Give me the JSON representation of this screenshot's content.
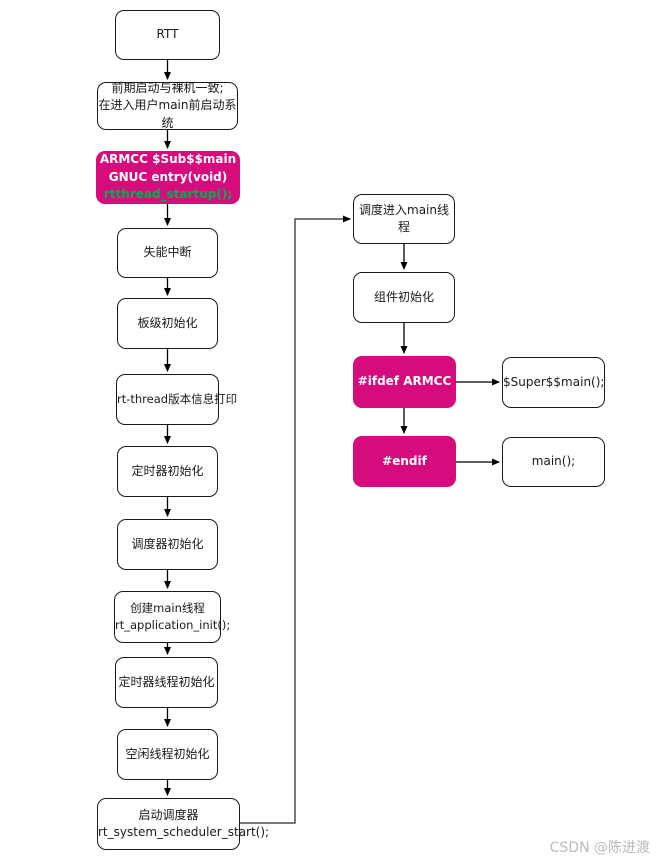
{
  "diagram_type": "flowchart",
  "colors": {
    "node_fill": "#ffffff",
    "node_border": "#1a1a1a",
    "accent_pink": "#D60C7C",
    "code_green": "#00B050",
    "connector_black": "#000000",
    "connector_gray": "#4d4d4d",
    "watermark_gray": "#bababa"
  },
  "nodes": {
    "rtt": {
      "text": "RTT"
    },
    "prestart": {
      "text": "前期启动与裸机一致;\n在进入用户main前启动系统"
    },
    "armcc_entry": {
      "text": "ARMCC  $Sub$$main\nGNUC  entry(void)",
      "code": "rtthread_startup();"
    },
    "disable_irq": {
      "text": "失能中断"
    },
    "board_init": {
      "text": "板级初始化"
    },
    "version_print": {
      "text": "rt-thread版本信息打印"
    },
    "timer_init": {
      "text": "定时器初始化"
    },
    "scheduler_init": {
      "text": "调度器初始化"
    },
    "create_main": {
      "text": "创建main线程\nrt_application_init();"
    },
    "timer_thread_init": {
      "text": "定时器线程初始化"
    },
    "idle_thread_init": {
      "text": "空闲线程初始化"
    },
    "start_scheduler": {
      "text": "启动调度器\nrt_system_scheduler_start();"
    },
    "schedule_main": {
      "text": "调度进入main线程"
    },
    "component_init": {
      "text": "组件初始化"
    },
    "ifdef_armcc": {
      "text": "#ifdef ARMCC"
    },
    "super_main": {
      "text": "$Super$$main();"
    },
    "endif": {
      "text": "#endif"
    },
    "main_fn": {
      "text": "main();"
    }
  },
  "watermark": "CSDN @陈进渡"
}
